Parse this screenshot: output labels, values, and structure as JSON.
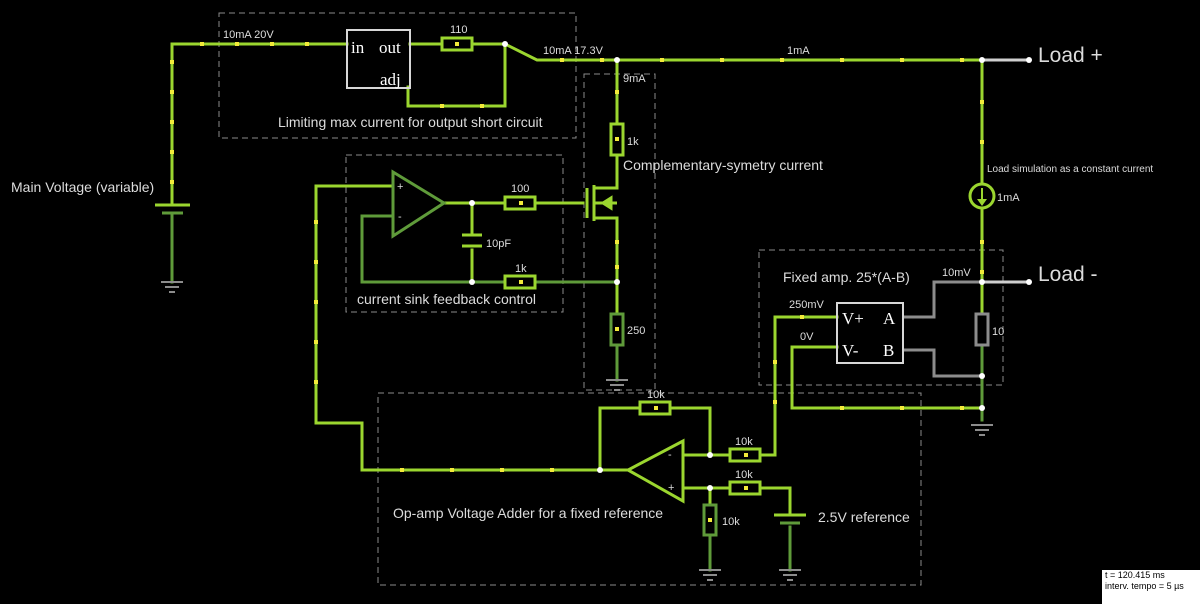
{
  "labels": {
    "main_voltage": "Main Voltage (variable)",
    "in_10ma_20v": "10mA 20V",
    "reg_in": "in",
    "reg_out": "out",
    "reg_adj": "adj",
    "r_110": "110",
    "out_10ma_173v": "10mA 17.3V",
    "line_1ma": "1mA",
    "load_plus": "Load +",
    "limiting": "Limiting max current for output short circuit",
    "i_9ma": "9mA",
    "r_1k_top": "1k",
    "complementary": "Complementary-symetry current",
    "load_sim": "Load simulation as a constant current",
    "cs_1ma": "1mA",
    "op_plus": "+",
    "op_minus": "-",
    "r_100": "100",
    "c_10pf": "10pF",
    "r_1k_fb": "1k",
    "sink_feedback": "current sink feedback control",
    "r_250": "250",
    "fixed_amp": "Fixed amp. 25*(A-B)",
    "v_10mv": "10mV",
    "load_minus": "Load -",
    "v_250mv": "250mV",
    "v_0v": "0V",
    "amp_vplus": "V+",
    "amp_vminus": "V-",
    "amp_a": "A",
    "amp_b": "B",
    "r_10": "10",
    "r_10k_fb": "10k",
    "r_10k_in1": "10k",
    "r_10k_in2": "10k",
    "r_10k_gnd": "10k",
    "adder": "Op-amp Voltage Adder for a fixed reference",
    "ref_25v": "2.5V reference"
  },
  "status": {
    "time": "t = 120.415 ms",
    "interval": "interv. tempo = 5 µs"
  },
  "colors": {
    "background": "#000000",
    "wire_active": "#9bd62f",
    "wire_mid": "#5f9b3a",
    "wire_idle": "#8c8c8c",
    "current_dots": "#f2ea3a"
  }
}
